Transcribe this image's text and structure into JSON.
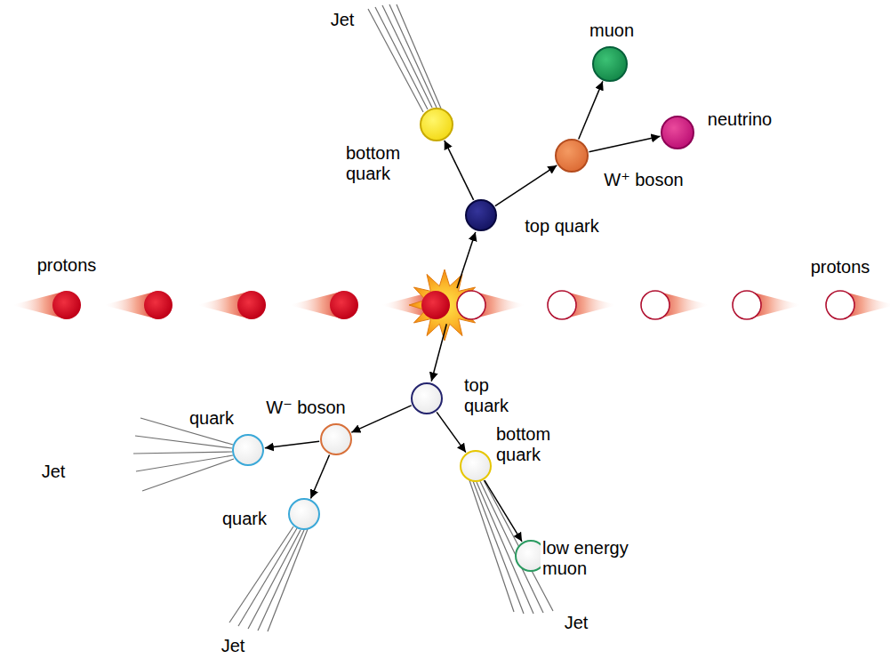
{
  "diagram": {
    "nodes": [
      {
        "text": [
          "muon"
        ]
      },
      {
        "text": [
          "neutrino"
        ]
      },
      {
        "text": [
          "bottom quark"
        ]
      },
      {
        "text": [
          "W⁺ boson"
        ]
      },
      {
        "text": [
          "top quark"
        ]
      },
      {
        "text": [
          "top quark"
        ]
      },
      {
        "text": [
          "W⁻ boson"
        ]
      },
      {
        "text": [
          "bottom quark"
        ]
      },
      {
        "text": [
          "quark"
        ]
      },
      {
        "text": [
          "quark"
        ]
      },
      {
        "text": [
          "low energy muon"
        ]
      }
    ],
    "edges": [
      {
        "from": 4,
        "to": 2,
        "arrow": "to"
      },
      {
        "from": 4,
        "to": 3,
        "arrow": "to"
      },
      {
        "from": 3,
        "to": 0,
        "arrow": "to"
      },
      {
        "from": 3,
        "to": 1,
        "arrow": "to"
      },
      {
        "from": 5,
        "to": 6,
        "arrow": "to"
      },
      {
        "from": 5,
        "to": 7,
        "arrow": "to"
      },
      {
        "from": 6,
        "to": 8,
        "arrow": "to"
      },
      {
        "from": 6,
        "to": 9,
        "arrow": "to"
      },
      {
        "from": 7,
        "to": 10,
        "arrow": "to"
      }
    ],
    "labels": [
      "Jet",
      "protons",
      "protons",
      "Jet",
      "Jet",
      "Jet"
    ]
  }
}
